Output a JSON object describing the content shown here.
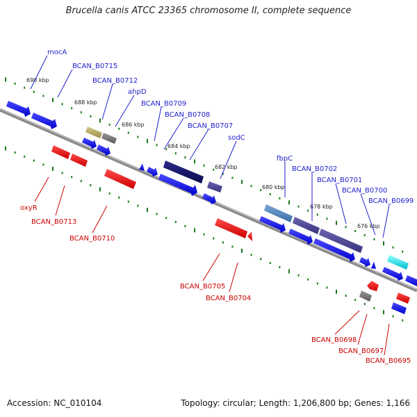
{
  "header": {
    "title": "Brucella canis ATCC 23365 chromosome II, complete sequence"
  },
  "footer": {
    "accession": "Accession: NC_010104",
    "summary": "Topology: circular; Length: 1,206,800 bp; Genes: 1,166"
  },
  "colors": {
    "forward_label": "#1e1ecc",
    "reverse_label": "#cc0000",
    "backbone": "#8a8a8a",
    "tick": "#1a7a1a"
  },
  "ticks": [
    "690 kbp",
    "688 kbp",
    "686 kbp",
    "684 kbp",
    "682 kbp",
    "680 kbp",
    "678 kbp",
    "676 kbp"
  ],
  "forward_labels": [
    "mocA",
    "BCAN_B0715",
    "BCAN_B0712",
    "ahpD",
    "BCAN_B0709",
    "BCAN_B0708",
    "BCAN_B0707",
    "sodC",
    "fbpC",
    "BCAN_B0702",
    "BCAN_B0701",
    "BCAN_B0700",
    "BCAN_B0699"
  ],
  "reverse_labels": [
    "oxyR",
    "BCAN_B0713",
    "BCAN_B0710",
    "BCAN_B0705",
    "BCAN_B0704",
    "BCAN_B0698",
    "BCAN_B0697",
    "BCAN_B0695"
  ]
}
